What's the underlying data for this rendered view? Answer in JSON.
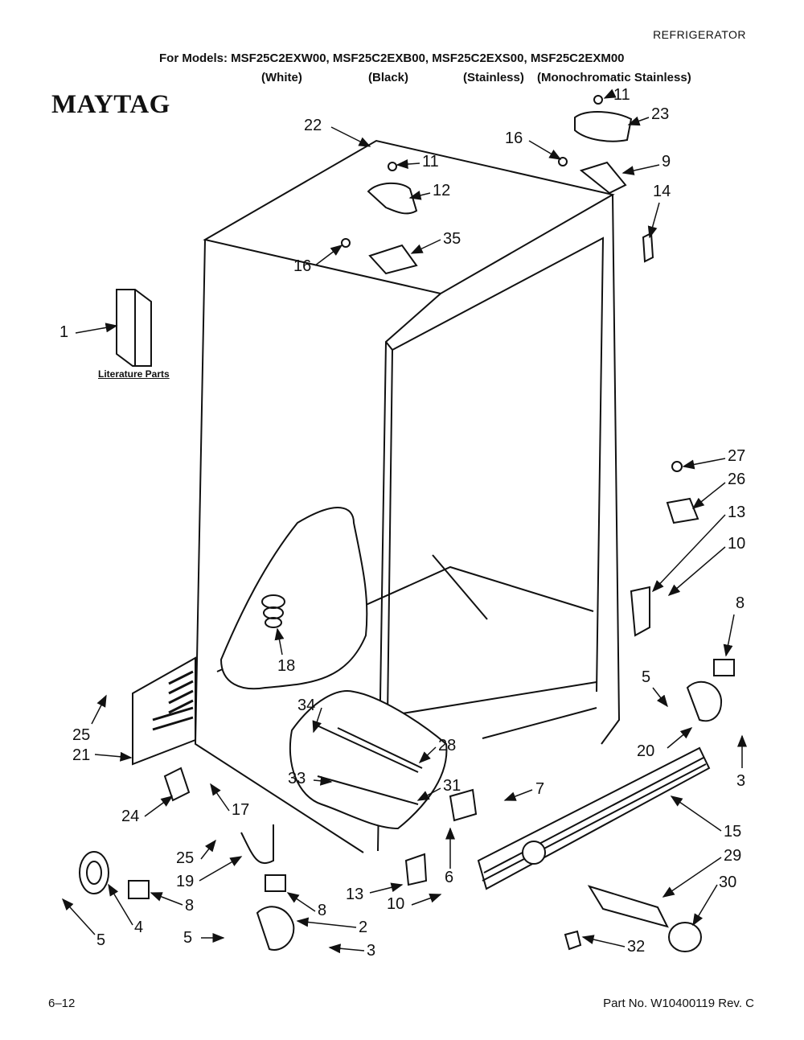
{
  "header": {
    "category": "REFRIGERATOR",
    "models_line": "For Models: MSF25C2EXW00, MSF25C2EXB00, MSF25C2EXS00, MSF25C2EXM00",
    "colors": [
      "(White)",
      "(Black)",
      "(Stainless)",
      "(Monochromatic Stainless)"
    ]
  },
  "brand": "MAYTAG",
  "literature_label": "Literature Parts",
  "footer": {
    "page": "6–12",
    "part_number": "Part No. W10400119 Rev. C"
  },
  "callouts": [
    "22",
    "11",
    "23",
    "16",
    "9",
    "11",
    "12",
    "14",
    "16",
    "35",
    "1",
    "27",
    "26",
    "13",
    "10",
    "8",
    "18",
    "5",
    "20",
    "3",
    "25",
    "21",
    "34",
    "28",
    "33",
    "31",
    "7",
    "15",
    "24",
    "17",
    "25",
    "19",
    "29",
    "30",
    "6",
    "13",
    "10",
    "8",
    "4",
    "8",
    "2",
    "5",
    "5",
    "3",
    "32"
  ]
}
